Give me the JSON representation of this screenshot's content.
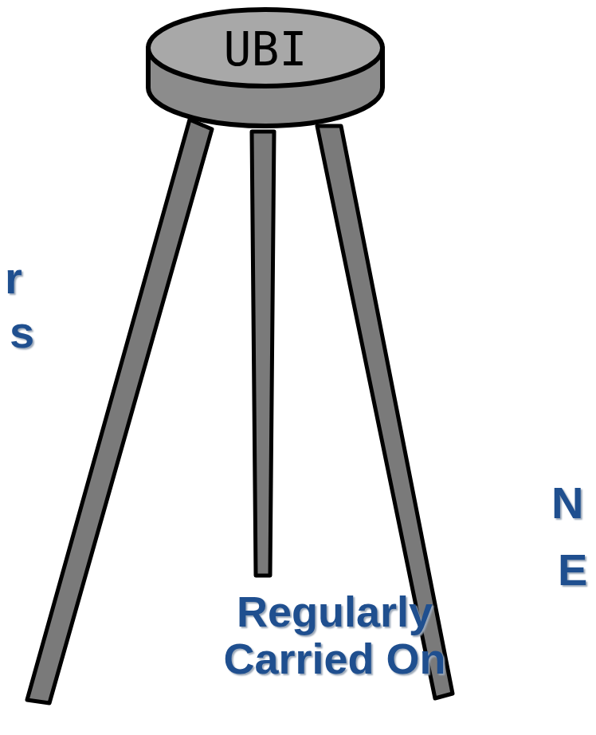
{
  "diagram": {
    "nodes": [
      {
        "text": [
          "UBI"
        ]
      }
    ],
    "labels": [
      "r",
      "s",
      "N",
      "E",
      "Regularly Carried On"
    ]
  }
}
